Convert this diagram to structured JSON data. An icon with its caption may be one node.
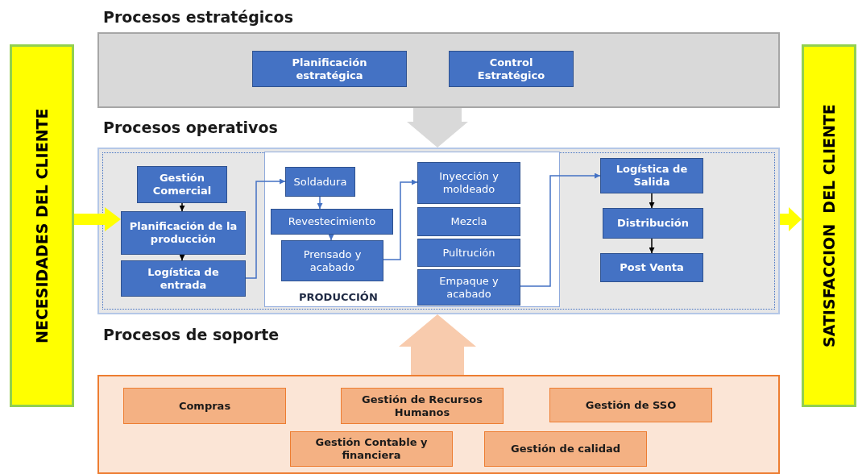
{
  "diagram": {
    "nodes": [
      {
        "text": [
          "Procesos estratégicos"
        ]
      },
      {
        "text": [
          "Planificación estratégica"
        ],
        "in": 0
      },
      {
        "text": [
          "Control Estratégico"
        ],
        "in": 0
      },
      {
        "text": [
          "NECESIDADES DEL CLIENTE"
        ]
      },
      {
        "text": [
          "Procesos operativos"
        ]
      },
      {
        "text": [
          "Gestión Comercial"
        ],
        "in": 4
      },
      {
        "text": [
          "Planificación de la producción"
        ],
        "in": 4
      },
      {
        "text": [
          "Logística de entrada"
        ],
        "in": 4
      },
      {
        "text": [
          "PRODUCCIÓN"
        ],
        "in": 4
      },
      {
        "text": [
          "Soldadura"
        ],
        "in": 8
      },
      {
        "text": [
          "Revestecimiento"
        ],
        "in": 8
      },
      {
        "text": [
          "Prensado y acabado"
        ],
        "in": 8
      },
      {
        "text": [
          "Inyección y moldeado"
        ],
        "in": 8
      },
      {
        "text": [
          "Mezcla"
        ],
        "in": 8
      },
      {
        "text": [
          "Pultrución"
        ],
        "in": 8
      },
      {
        "text": [
          "Empaque y acabado"
        ],
        "in": 8
      },
      {
        "text": [
          "Logística de Salida"
        ],
        "in": 4
      },
      {
        "text": [
          "Distribución"
        ],
        "in": 4
      },
      {
        "text": [
          "Post Venta"
        ],
        "in": 4
      },
      {
        "text": [
          "SATISFACCION  DEL CLIENTE"
        ]
      },
      {
        "text": [
          "Procesos de soporte"
        ]
      },
      {
        "text": [
          "Compras"
        ],
        "in": 20
      },
      {
        "text": [
          "Gestión de Recursos Humanos"
        ],
        "in": 20
      },
      {
        "text": [
          "Gestión de SSO"
        ],
        "in": 20
      },
      {
        "text": [
          "Gestión Contable y financiera"
        ],
        "in": 20
      },
      {
        "text": [
          "Gestión de calidad"
        ],
        "in": 20
      }
    ],
    "edges": [
      {
        "from": 0,
        "to": 4,
        "arrow": "to",
        "style": "thick",
        "color": "#d9d9d9"
      },
      {
        "from": 20,
        "to": 4,
        "arrow": "to",
        "style": "thick",
        "color": "#f8cbad"
      },
      {
        "from": 3,
        "to": 6,
        "arrow": "to",
        "style": "thick",
        "color": "#ffff00"
      },
      {
        "from": 4,
        "to": 19,
        "arrow": "to",
        "style": "thick",
        "color": "#ffff00"
      },
      {
        "from": 5,
        "to": 6,
        "arrow": "to",
        "color": "#000000"
      },
      {
        "from": 6,
        "to": 7,
        "arrow": "to",
        "color": "#000000"
      },
      {
        "from": 7,
        "to": 9,
        "arrow": "to"
      },
      {
        "from": 9,
        "to": 10,
        "arrow": "to"
      },
      {
        "from": 10,
        "to": 11,
        "arrow": "to"
      },
      {
        "from": 11,
        "to": 12,
        "arrow": "to"
      },
      {
        "from": 15,
        "to": 16,
        "arrow": "to"
      },
      {
        "from": 16,
        "to": 17,
        "arrow": "to",
        "color": "#000000"
      },
      {
        "from": 17,
        "to": 18,
        "arrow": "to",
        "color": "#000000"
      }
    ]
  }
}
